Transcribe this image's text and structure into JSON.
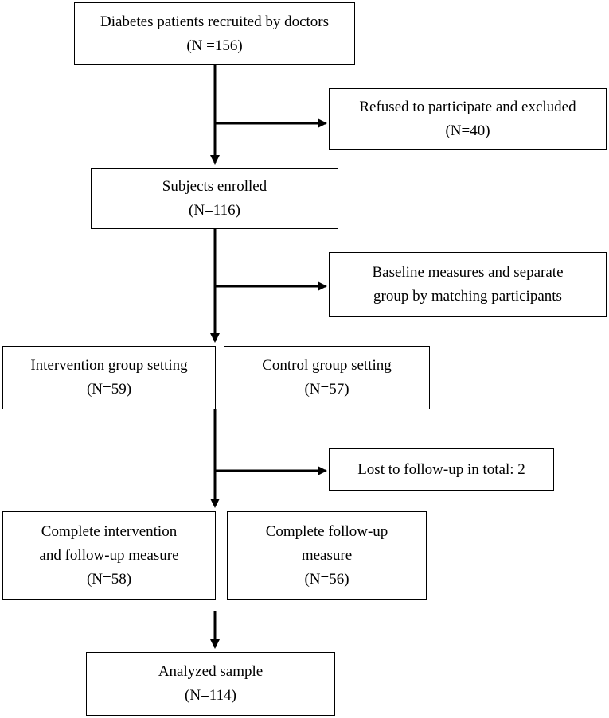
{
  "flowchart": {
    "recruited": {
      "label": "Diabetes patients recruited by doctors",
      "count": "(N =156)"
    },
    "refused": {
      "label": "Refused to participate and excluded",
      "count": "(N=40)"
    },
    "enrolled": {
      "label": "Subjects enrolled",
      "count": "(N=116)"
    },
    "baseline": {
      "line1": "Baseline measures and separate",
      "line2": "group by matching participants"
    },
    "intervention_group": {
      "label": "Intervention group setting",
      "count": "(N=59)"
    },
    "control_group": {
      "label": "Control group setting",
      "count": "(N=57)"
    },
    "lost": {
      "label": "Lost to follow-up in total: 2"
    },
    "complete_intervention": {
      "line1": "Complete intervention",
      "line2": "and follow-up measure",
      "count": "(N=58)"
    },
    "complete_followup": {
      "line1": "Complete follow-up",
      "line2": "measure",
      "count": "(N=56)"
    },
    "analyzed": {
      "label": "Analyzed sample",
      "count": "(N=114)"
    }
  }
}
